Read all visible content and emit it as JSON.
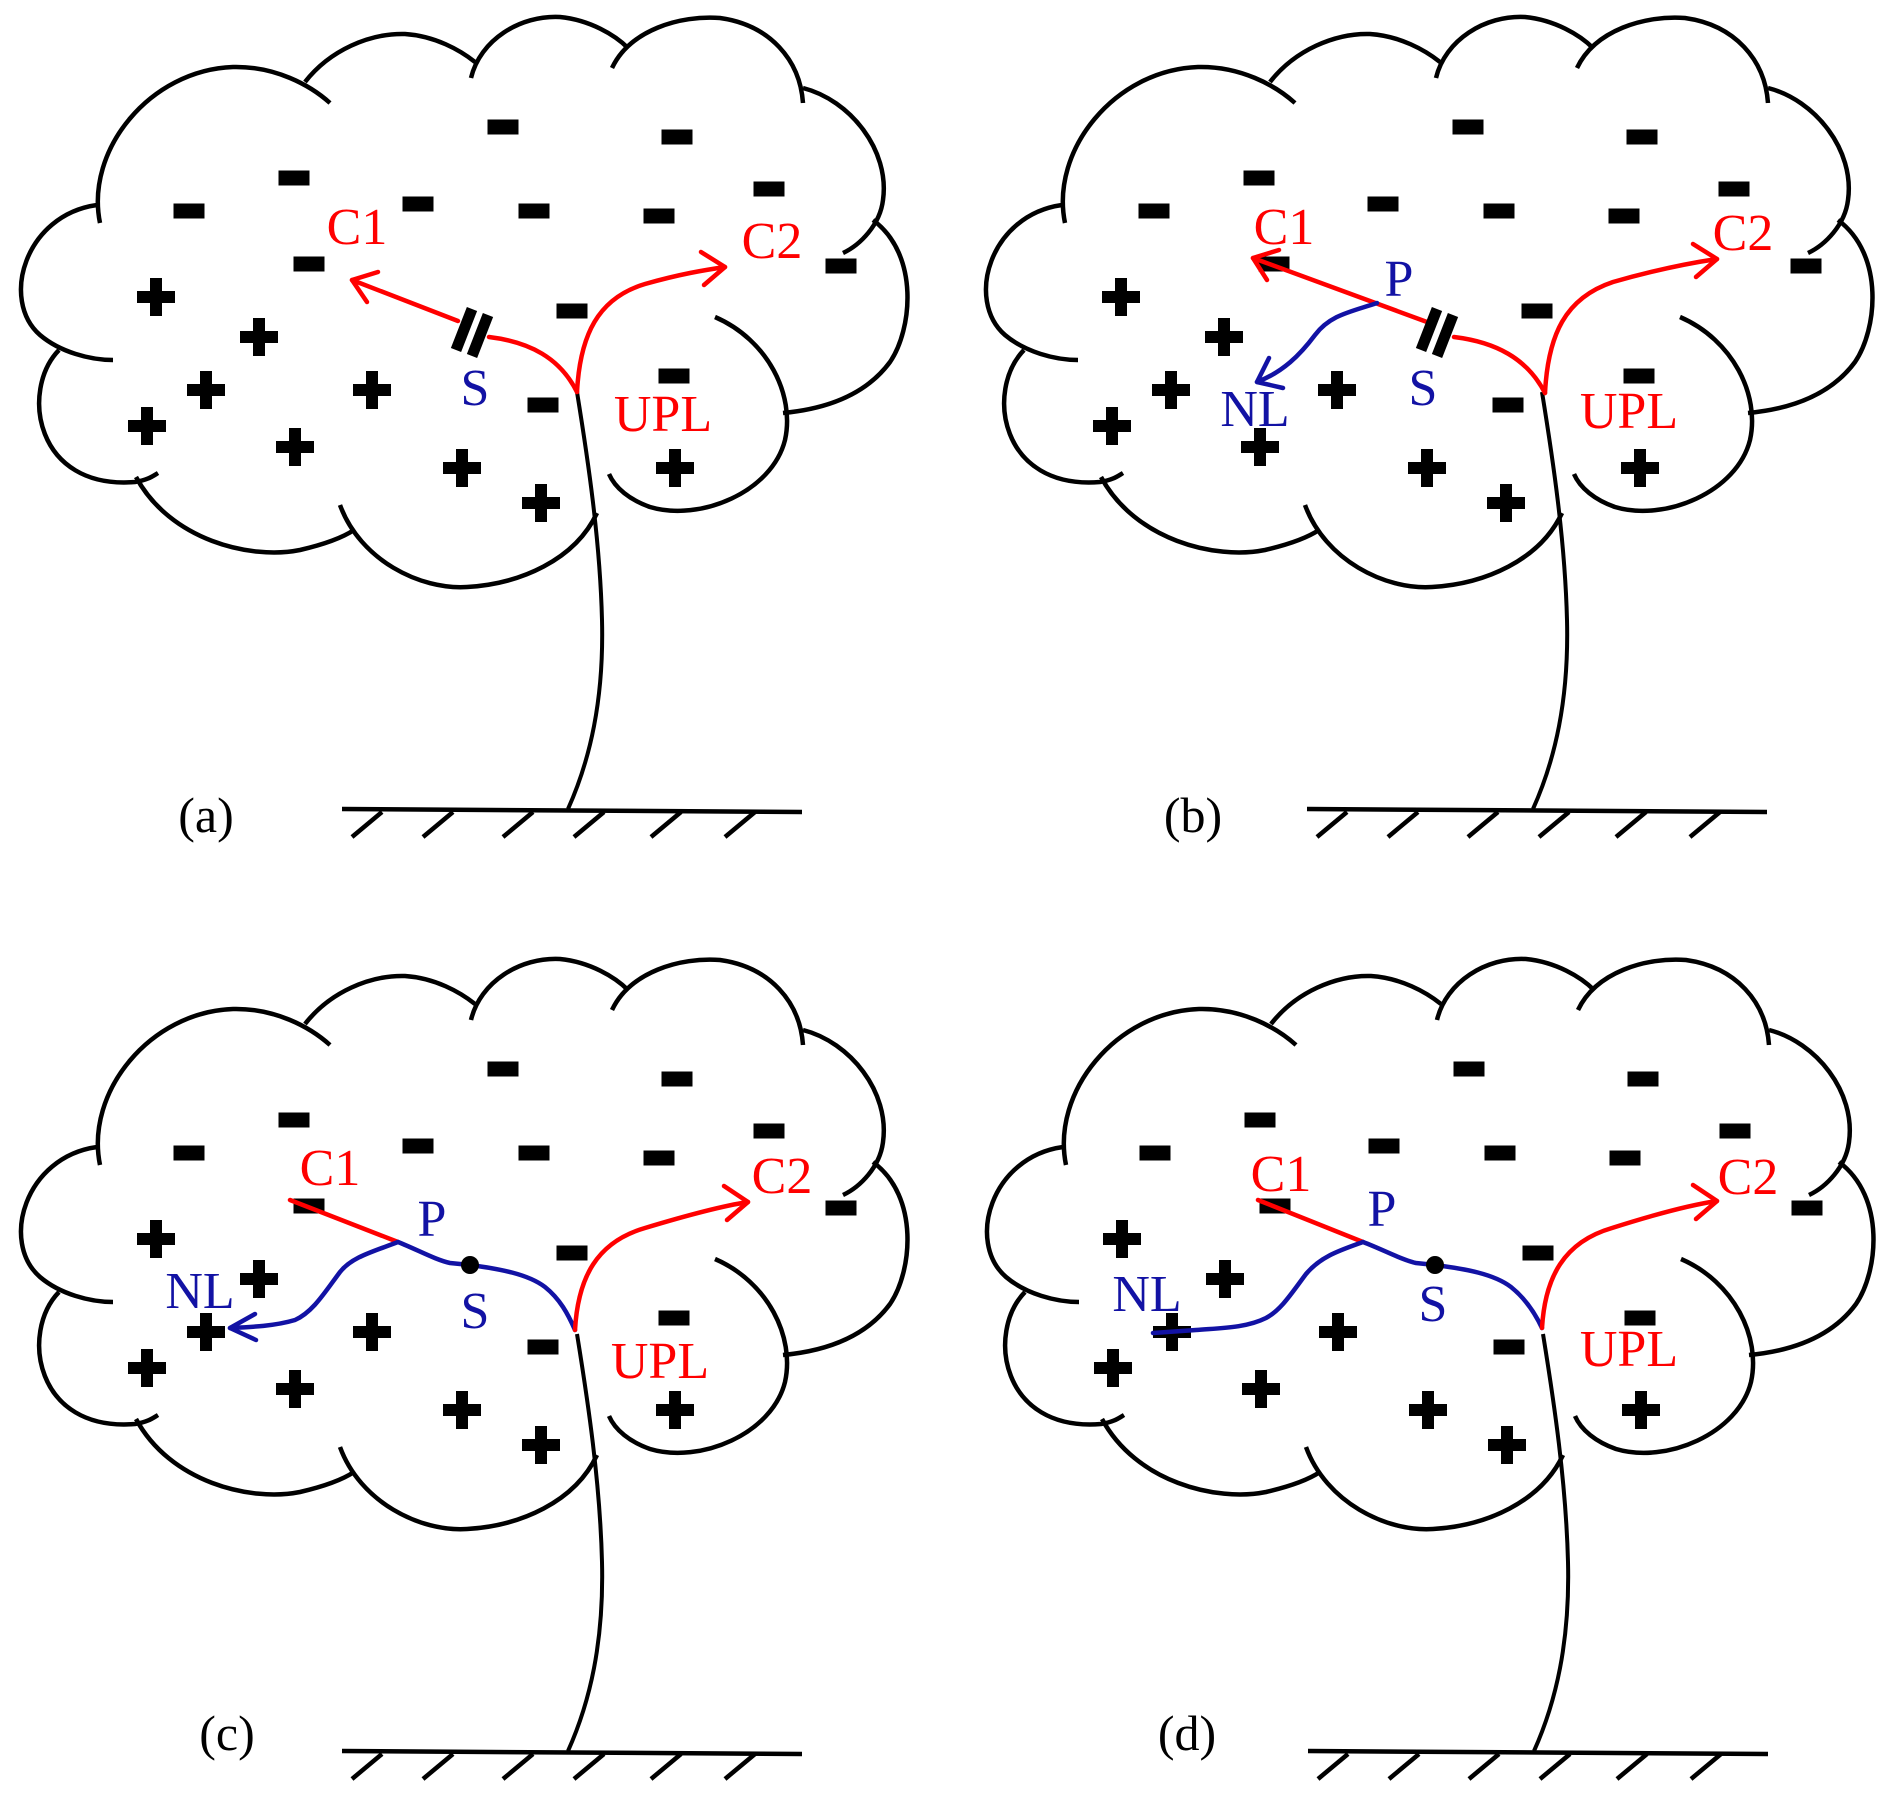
{
  "figure": {
    "title": "Lightning leader development inside a thundercloud (four stages)",
    "colors": {
      "positive_leader": "#ff0000",
      "negative_leader": "#1212a4",
      "outline": "#000000"
    },
    "charge_symbols": {
      "positive": "+",
      "negative": "−"
    },
    "panels": [
      {
        "id": "a",
        "label": "(a)",
        "labels": {
          "c1": "C1",
          "c2": "C2",
          "s": "S",
          "upl": "UPL"
        },
        "s_state": "cut",
        "has_negative_leader": false
      },
      {
        "id": "b",
        "label": "(b)",
        "labels": {
          "c1": "C1",
          "c2": "C2",
          "s": "S",
          "upl": "UPL",
          "p": "P",
          "nl": "NL"
        },
        "s_state": "cut",
        "has_negative_leader": true
      },
      {
        "id": "c",
        "label": "(c)",
        "labels": {
          "c1": "C1",
          "c2": "C2",
          "s": "S",
          "upl": "UPL",
          "p": "P",
          "nl": "NL"
        },
        "s_state": "connected",
        "has_negative_leader": true
      },
      {
        "id": "d",
        "label": "(d)",
        "labels": {
          "c1": "C1",
          "c2": "C2",
          "s": "S",
          "upl": "UPL",
          "p": "P",
          "nl": "NL"
        },
        "s_state": "connected",
        "has_negative_leader": true
      }
    ]
  }
}
